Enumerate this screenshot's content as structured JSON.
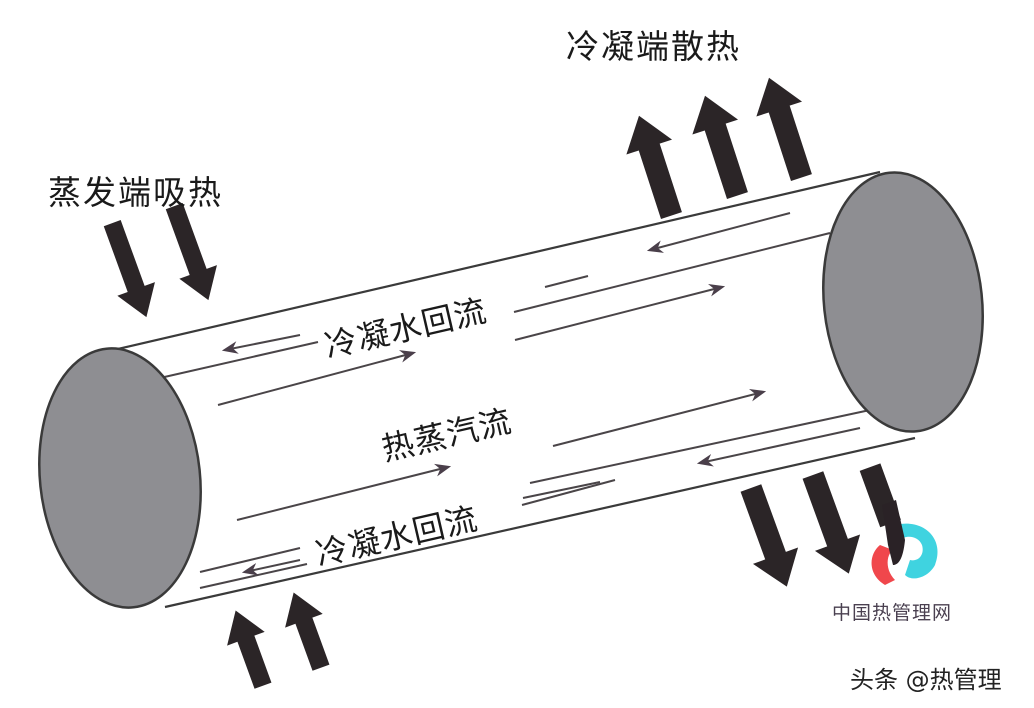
{
  "labels": {
    "evaporator_end": "蒸发端吸热",
    "condenser_end": "冷凝端散热",
    "condensate_return_top": "冷凝水回流",
    "hot_vapor_flow": "热蒸汽流",
    "condensate_return_bottom": "冷凝水回流"
  },
  "logo": {
    "text": "中国热管理网",
    "colors": {
      "red": "#f0474c",
      "cyan": "#3fd3e0",
      "dark": "#2a2226"
    }
  },
  "watermark": "头条 @热管理",
  "colors": {
    "background": "#ffffff",
    "end_cap_fill": "#8e8e92",
    "outline": "#3a3a3a",
    "arrow_fill": "#2b2527",
    "flow_line": "#4a4548"
  }
}
